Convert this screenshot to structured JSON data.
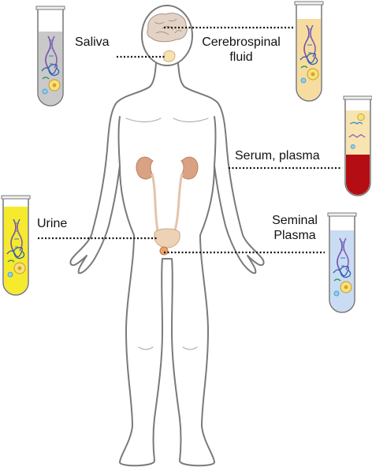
{
  "labels": {
    "saliva": "Saliva",
    "csf_line1": "Cerebrospinal",
    "csf_line2": "fluid",
    "serum": "Serum, plasma",
    "urine": "Urine",
    "seminal_line1": "Seminal",
    "seminal_line2": "Plasma"
  },
  "colors": {
    "body_outline": "#7a7a7a",
    "kidney": "#d9a283",
    "bladder": "#edd2b6",
    "brain": "#e3d3c7",
    "tube_saliva": "#c9c9c9",
    "tube_csf": "#f7dca0",
    "tube_serum": "#b50d14",
    "tube_urine": "#f6ea2e",
    "tube_seminal": "#c9dcf3",
    "dna": "#8a5bb0",
    "cell_fill": "#f6e27a",
    "cell_outline": "#c29c2b",
    "protein": "#2f5fb0"
  },
  "icons": [
    "test-tube-icon",
    "dna-helix-icon",
    "protein-tangle-icon",
    "cell-icon",
    "vesicle-icon"
  ]
}
